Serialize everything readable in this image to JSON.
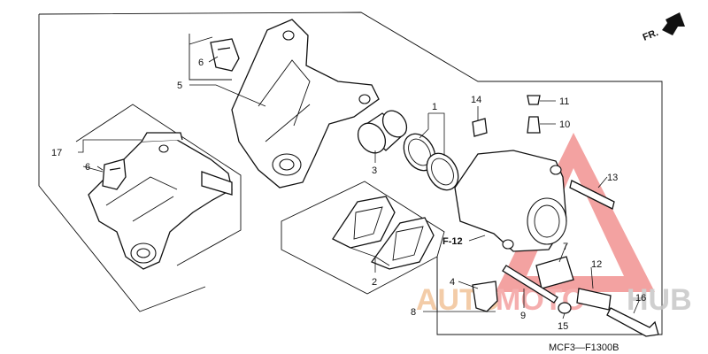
{
  "diagram": {
    "direction_label": "FR.",
    "section_ref": "F-12",
    "figure_code": "MCF3—F1300B",
    "watermark": {
      "text_a": "AUTO",
      "text_b": "MOTO",
      "text_c": "HUB",
      "color_a": "#f2c49a",
      "color_b": "#f4a0a0",
      "color_c": "#c7c7c7",
      "triangle_color": "#e53935"
    },
    "callouts": {
      "c1": "1",
      "c2": "2",
      "c3": "3",
      "c4": "4",
      "c5": "5",
      "c6a": "6",
      "c6b": "6",
      "c7": "7",
      "c8": "8",
      "c9": "9",
      "c10": "10",
      "c11": "11",
      "c12": "12",
      "c13": "13",
      "c14": "14",
      "c15": "15",
      "c16": "16",
      "c17": "17"
    }
  }
}
